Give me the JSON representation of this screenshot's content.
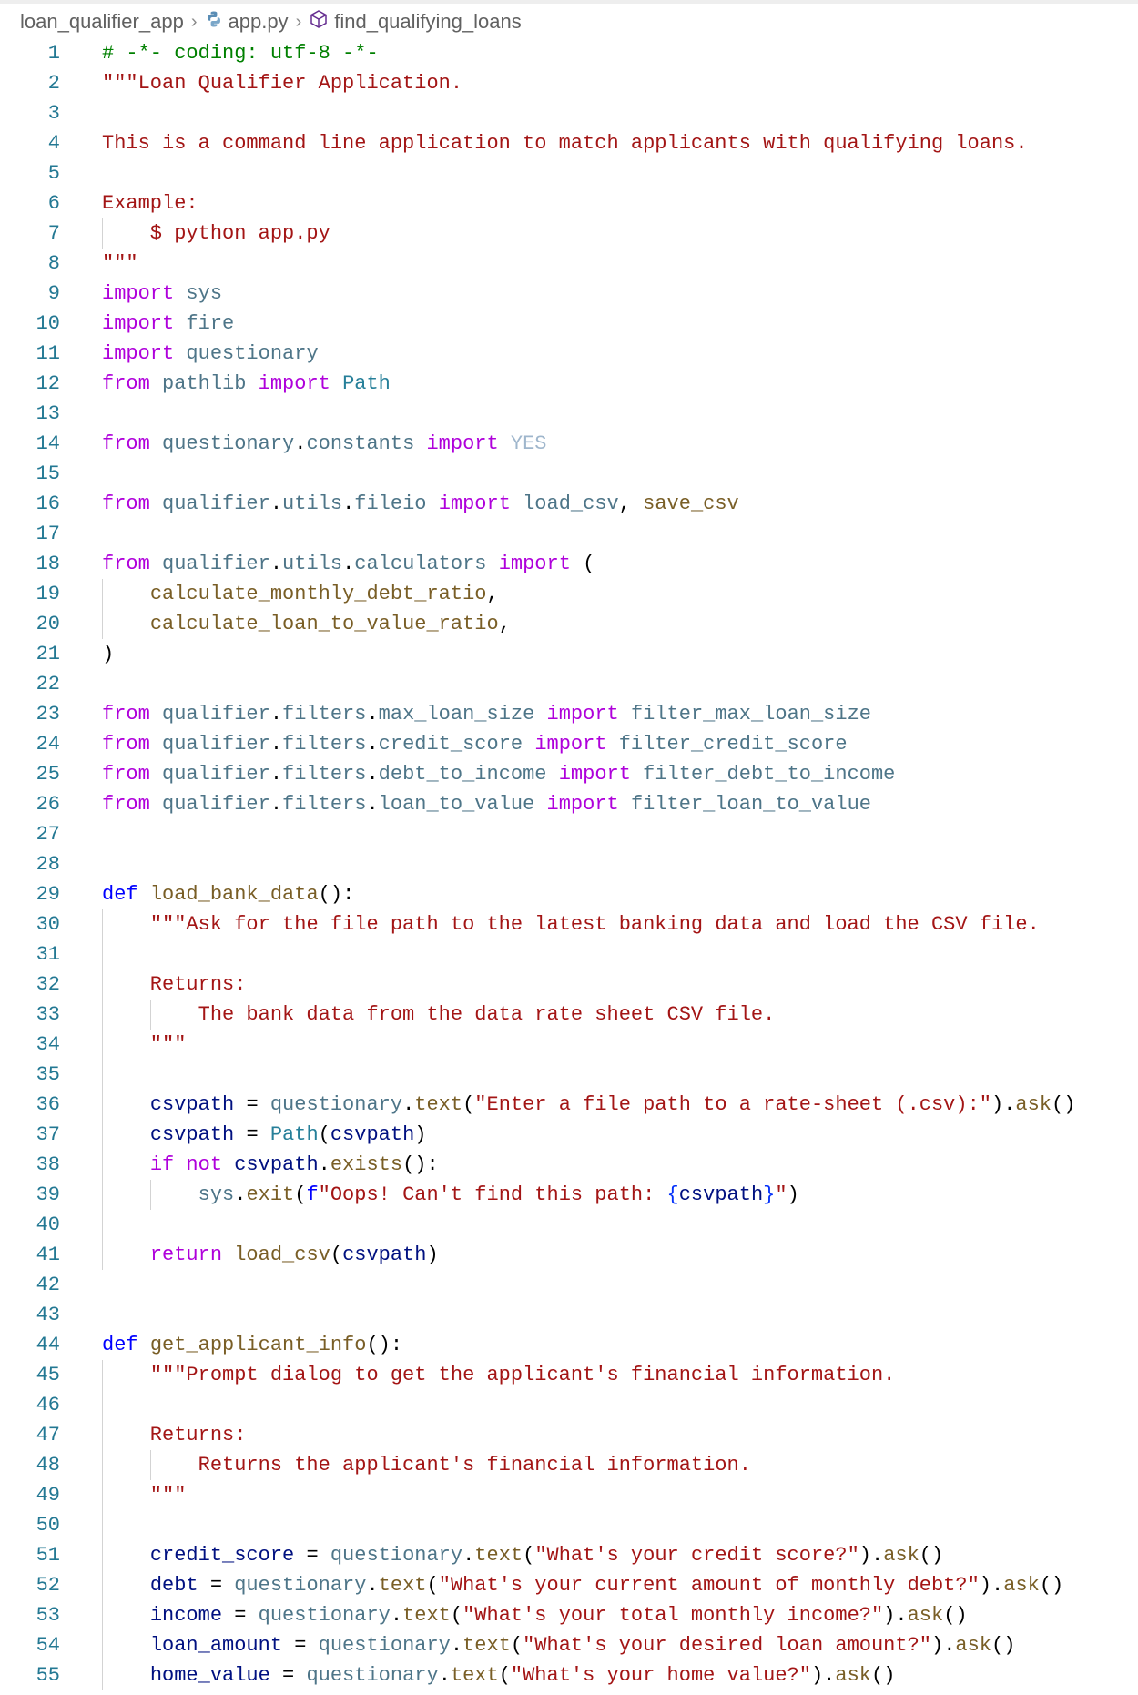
{
  "breadcrumb": {
    "items": [
      {
        "label": "loan_qualifier_app",
        "icon": "folder"
      },
      {
        "label": "app.py",
        "icon": "python-file-icon"
      },
      {
        "label": "find_qualifying_loans",
        "icon": "symbol-method-cube-icon"
      }
    ],
    "separator": "›"
  },
  "editor": {
    "language": "python",
    "colors": {
      "keyword_control": "#af00db",
      "keyword_def": "#0000ff",
      "string": "#a31515",
      "comment": "#008000",
      "function": "#795e26",
      "module": "#267f99",
      "variable": "#001080",
      "line_number": "#237893"
    },
    "lines": [
      {
        "n": "1",
        "text": "# -*- coding: utf-8 -*-"
      },
      {
        "n": "2",
        "text": "\"\"\"Loan Qualifier Application."
      },
      {
        "n": "3",
        "text": ""
      },
      {
        "n": "4",
        "text": "This is a command line application to match applicants with qualifying loans."
      },
      {
        "n": "5",
        "text": ""
      },
      {
        "n": "6",
        "text": "Example:"
      },
      {
        "n": "7",
        "text": "    $ python app.py"
      },
      {
        "n": "8",
        "text": "\"\"\""
      },
      {
        "n": "9",
        "text": "import sys"
      },
      {
        "n": "10",
        "text": "import fire"
      },
      {
        "n": "11",
        "text": "import questionary"
      },
      {
        "n": "12",
        "text": "from pathlib import Path"
      },
      {
        "n": "13",
        "text": ""
      },
      {
        "n": "14",
        "text": "from questionary.constants import YES"
      },
      {
        "n": "15",
        "text": ""
      },
      {
        "n": "16",
        "text": "from qualifier.utils.fileio import load_csv, save_csv"
      },
      {
        "n": "17",
        "text": ""
      },
      {
        "n": "18",
        "text": "from qualifier.utils.calculators import ("
      },
      {
        "n": "19",
        "text": "    calculate_monthly_debt_ratio,"
      },
      {
        "n": "20",
        "text": "    calculate_loan_to_value_ratio,"
      },
      {
        "n": "21",
        "text": ")"
      },
      {
        "n": "22",
        "text": ""
      },
      {
        "n": "23",
        "text": "from qualifier.filters.max_loan_size import filter_max_loan_size"
      },
      {
        "n": "24",
        "text": "from qualifier.filters.credit_score import filter_credit_score"
      },
      {
        "n": "25",
        "text": "from qualifier.filters.debt_to_income import filter_debt_to_income"
      },
      {
        "n": "26",
        "text": "from qualifier.filters.loan_to_value import filter_loan_to_value"
      },
      {
        "n": "27",
        "text": ""
      },
      {
        "n": "28",
        "text": ""
      },
      {
        "n": "29",
        "text": "def load_bank_data():"
      },
      {
        "n": "30",
        "text": "    \"\"\"Ask for the file path to the latest banking data and load the CSV file."
      },
      {
        "n": "31",
        "text": ""
      },
      {
        "n": "32",
        "text": "    Returns:"
      },
      {
        "n": "33",
        "text": "        The bank data from the data rate sheet CSV file."
      },
      {
        "n": "34",
        "text": "    \"\"\""
      },
      {
        "n": "35",
        "text": ""
      },
      {
        "n": "36",
        "text": "    csvpath = questionary.text(\"Enter a file path to a rate-sheet (.csv):\").ask()"
      },
      {
        "n": "37",
        "text": "    csvpath = Path(csvpath)"
      },
      {
        "n": "38",
        "text": "    if not csvpath.exists():"
      },
      {
        "n": "39",
        "text": "        sys.exit(f\"Oops! Can't find this path: {csvpath}\")"
      },
      {
        "n": "40",
        "text": ""
      },
      {
        "n": "41",
        "text": "    return load_csv(csvpath)"
      },
      {
        "n": "42",
        "text": ""
      },
      {
        "n": "43",
        "text": ""
      },
      {
        "n": "44",
        "text": "def get_applicant_info():"
      },
      {
        "n": "45",
        "text": "    \"\"\"Prompt dialog to get the applicant's financial information."
      },
      {
        "n": "46",
        "text": ""
      },
      {
        "n": "47",
        "text": "    Returns:"
      },
      {
        "n": "48",
        "text": "        Returns the applicant's financial information."
      },
      {
        "n": "49",
        "text": "    \"\"\""
      },
      {
        "n": "50",
        "text": ""
      },
      {
        "n": "51",
        "text": "    credit_score = questionary.text(\"What's your credit score?\").ask()"
      },
      {
        "n": "52",
        "text": "    debt = questionary.text(\"What's your current amount of monthly debt?\").ask()"
      },
      {
        "n": "53",
        "text": "    income = questionary.text(\"What's your total monthly income?\").ask()"
      },
      {
        "n": "54",
        "text": "    loan_amount = questionary.text(\"What's your desired loan amount?\").ask()"
      },
      {
        "n": "55",
        "text": "    home_value = questionary.text(\"What's your home value?\").ask()"
      }
    ]
  }
}
